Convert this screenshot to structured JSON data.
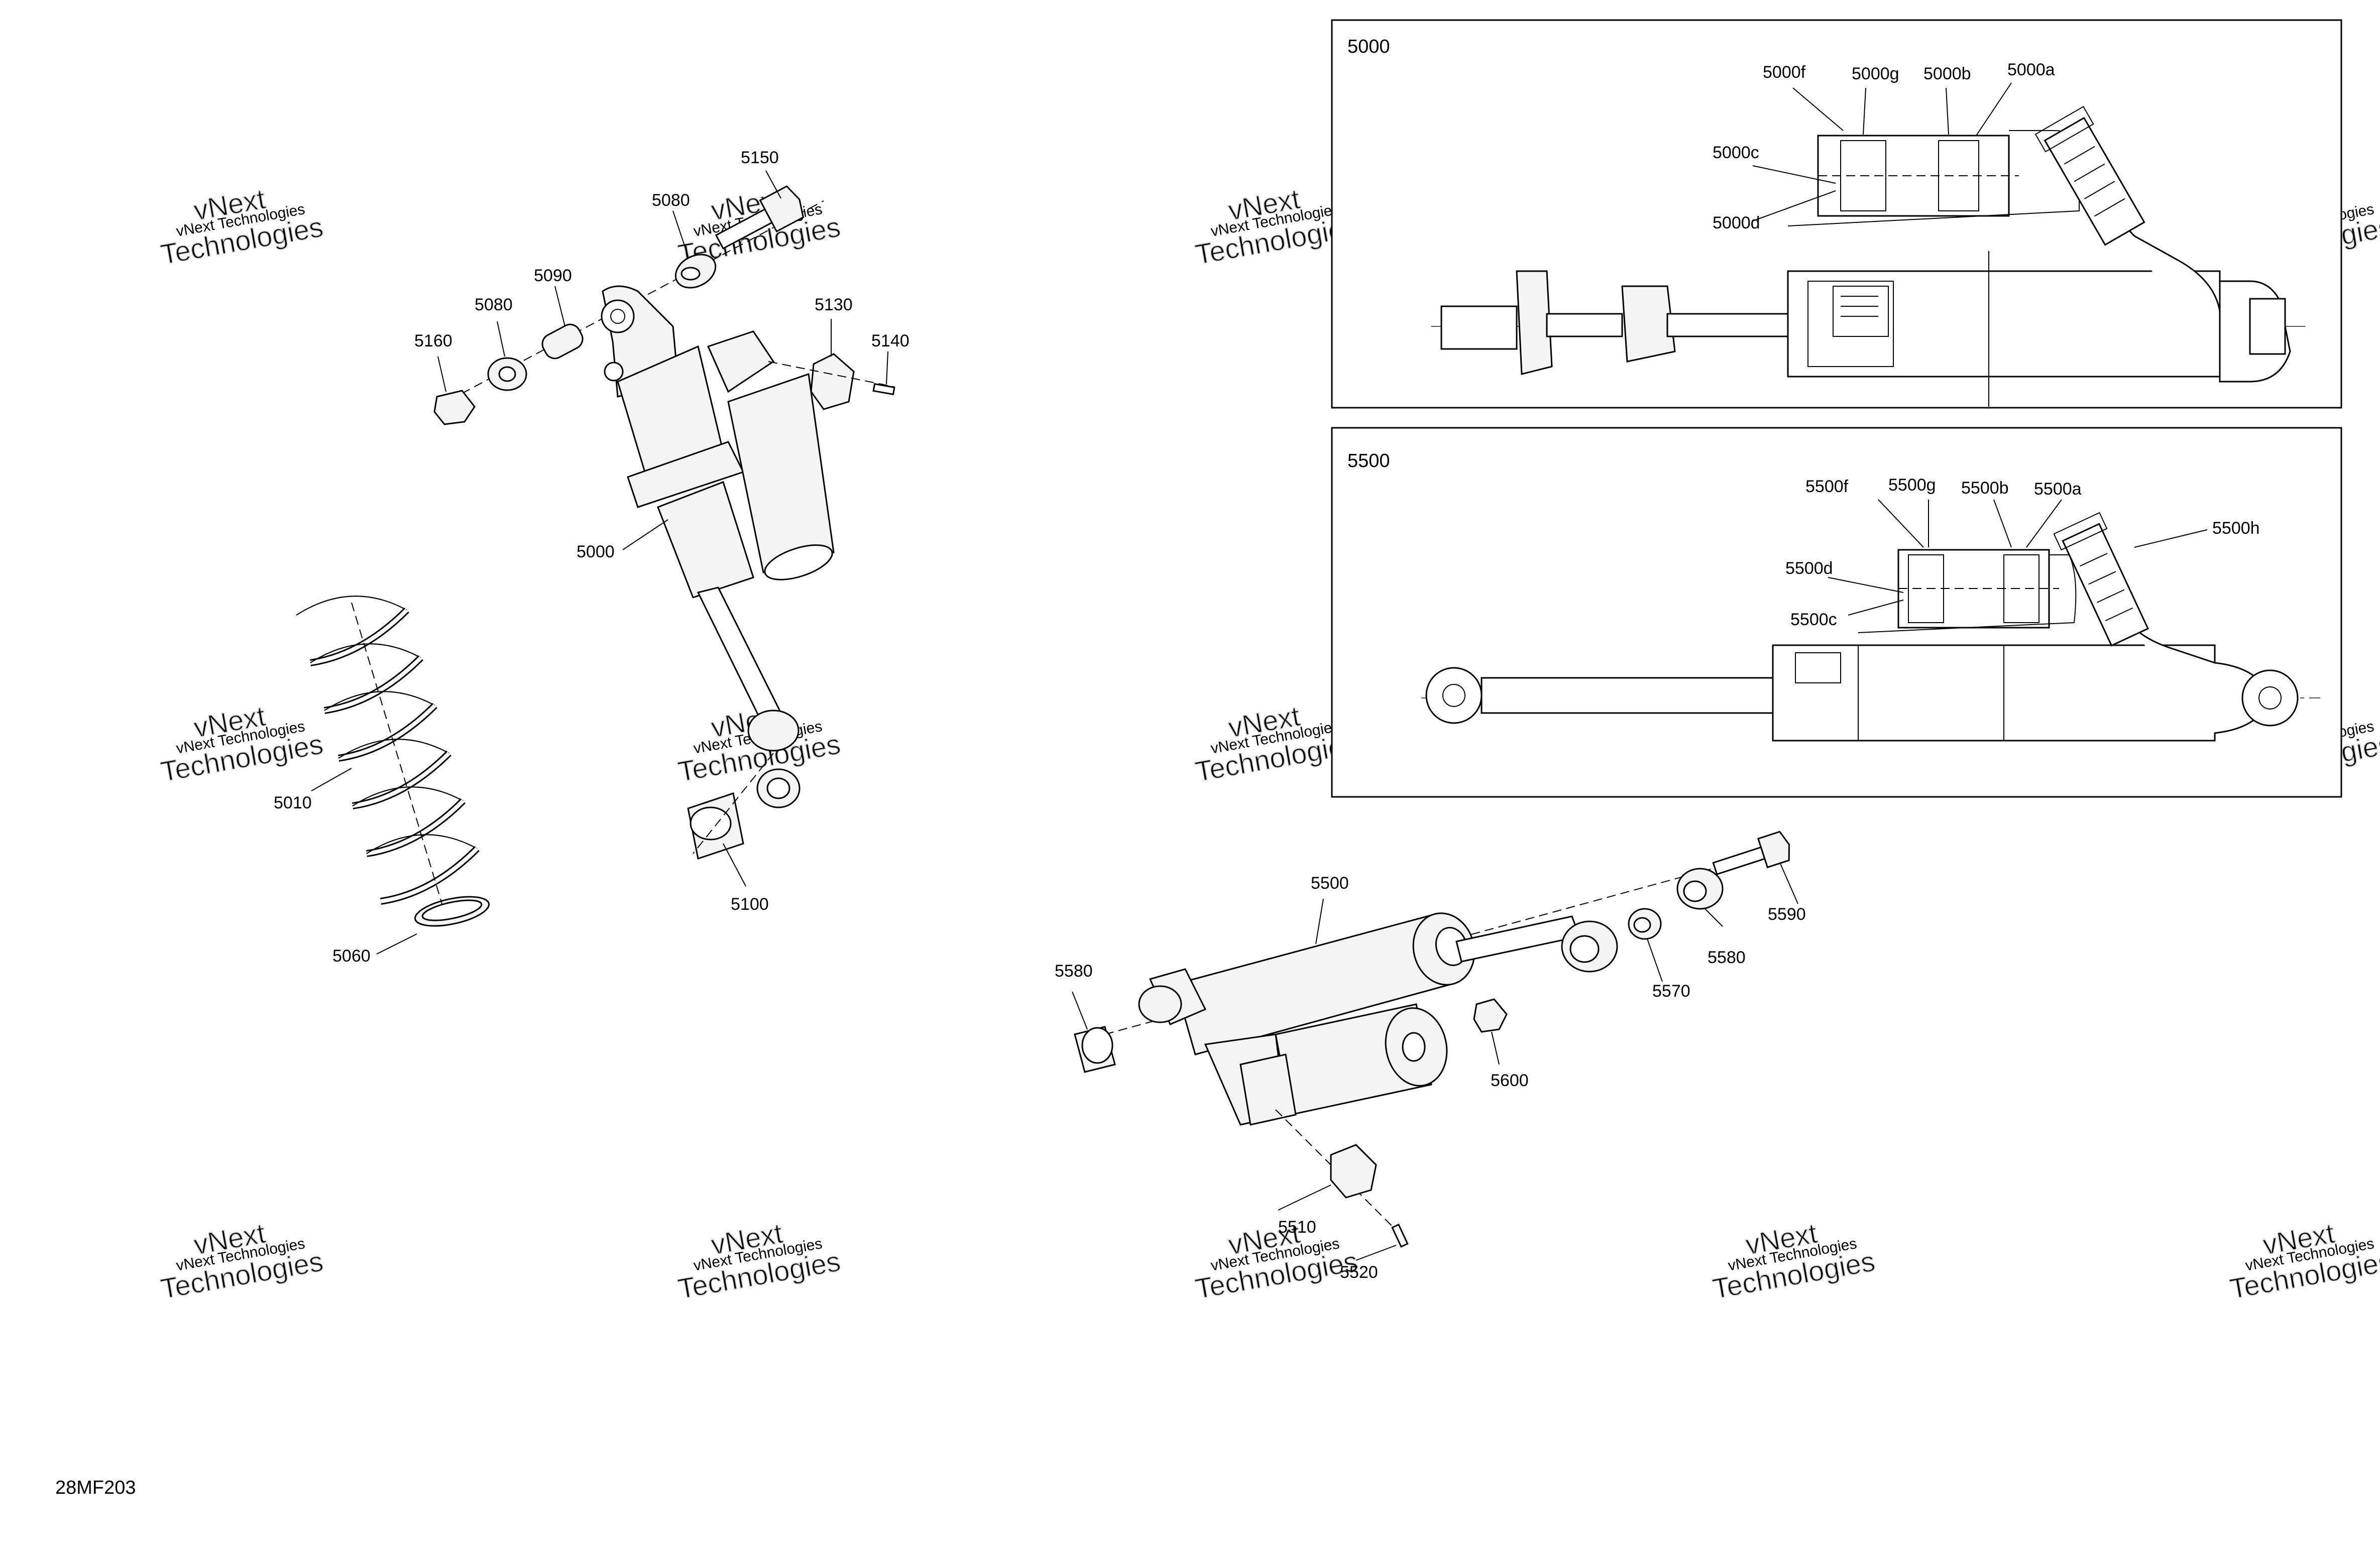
{
  "figure_code": "28MF203",
  "watermark": {
    "line1": "vNext Technologies",
    "line2": "vNext\nTechnologies"
  },
  "detail_boxes": [
    {
      "id": "5000",
      "title": "5000",
      "labels": [
        "5000f",
        "5000g",
        "5000b",
        "5000a",
        "5000c",
        "5000d"
      ]
    },
    {
      "id": "5500",
      "title": "5500",
      "labels": [
        "5500f",
        "5500g",
        "5500b",
        "5500a",
        "5500h",
        "5500d",
        "5500c"
      ]
    }
  ],
  "callouts": [
    "5150",
    "5080",
    "5090",
    "5080",
    "5160",
    "5130",
    "5140",
    "5000",
    "5010",
    "5100",
    "5060",
    "5500",
    "5580",
    "5600",
    "5510",
    "5520",
    "5570",
    "5580",
    "5590"
  ]
}
